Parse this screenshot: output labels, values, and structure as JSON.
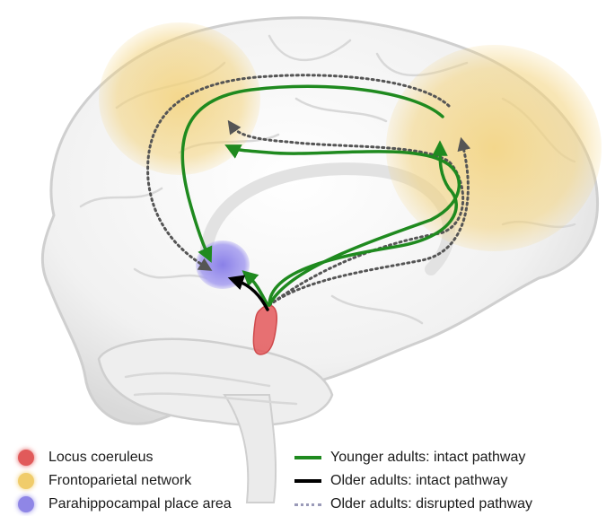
{
  "legend": {
    "regions": [
      {
        "label": "Locus coeruleus",
        "color": "#e15a5a"
      },
      {
        "label": "Frontoparietal network",
        "color": "#f0cc6a"
      },
      {
        "label": "Parahippocampal place area",
        "color": "#8f86e6"
      }
    ],
    "pathways": [
      {
        "label": "Younger adults: intact pathway",
        "color": "#1f8a1f",
        "style": "solid"
      },
      {
        "label": "Older adults: intact pathway",
        "color": "#000000",
        "style": "solid"
      },
      {
        "label": "Older adults: disrupted pathway",
        "color": "#9a9ab8",
        "style": "dotted"
      }
    ]
  }
}
